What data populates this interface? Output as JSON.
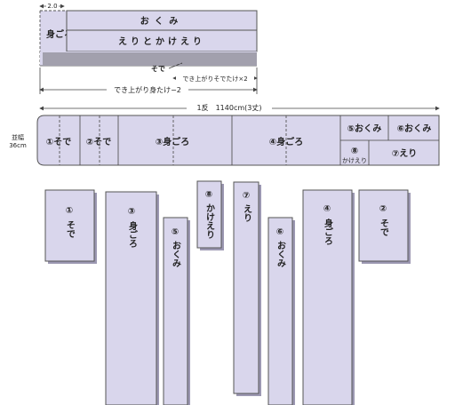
{
  "top_diagram": {
    "dim_20": "2.0",
    "migoro": "身ごろ",
    "okumi": "おくみ",
    "eri_kakeeri": "えりとかけえり",
    "sode": "そで",
    "sode_length": "でき上がりそでたけ×2",
    "migoro_length": "でき上がり身たけ−2"
  },
  "bolt": {
    "length_label": "1反　1140cm(3丈)",
    "width_label_1": "並幅",
    "width_label_2": "36cm",
    "sections": [
      "①そで",
      "②そで",
      "③身ごろ",
      "④身ごろ",
      "⑤おくみ",
      "⑥おくみ",
      "⑧かけえり",
      "⑦えり"
    ],
    "kakeeri_num": "⑧",
    "kakeeri_text": "かけえり"
  },
  "pieces": [
    {
      "num": "①",
      "text": "そで"
    },
    {
      "num": "③",
      "text": "身ごろ"
    },
    {
      "num": "⑤",
      "text": "おくみ"
    },
    {
      "num": "⑧",
      "text": "かけえり"
    },
    {
      "num": "⑦",
      "text": "えり"
    },
    {
      "num": "⑥",
      "text": "おくみ"
    },
    {
      "num": "④",
      "text": "身ごろ"
    },
    {
      "num": "②",
      "text": "そで"
    }
  ]
}
